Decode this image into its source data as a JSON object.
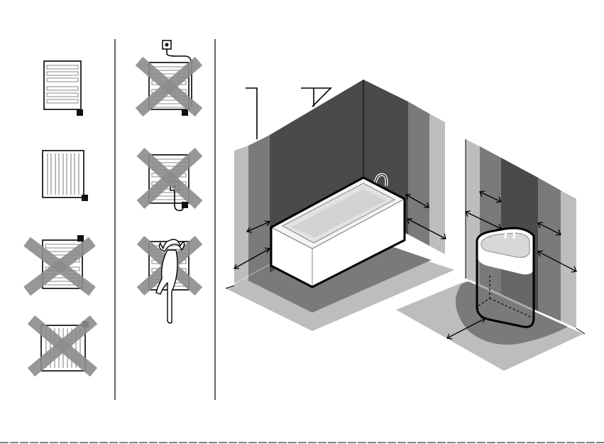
{
  "diagram": {
    "left_panel": {
      "items": [
        {
          "id": "ladder-rail-ok",
          "allowed": true
        },
        {
          "id": "panel-radiator-ok",
          "allowed": true
        },
        {
          "id": "ladder-rail-top-connector-forbidden",
          "allowed": false
        },
        {
          "id": "panel-radiator-top-connector-forbidden",
          "allowed": false
        }
      ]
    },
    "middle_panel": {
      "items": [
        {
          "id": "wall-socket-cable-forbidden",
          "allowed": false
        },
        {
          "id": "socket-behind-rail-forbidden",
          "allowed": false
        },
        {
          "id": "climbing-on-rail-forbidden",
          "allowed": false
        }
      ]
    },
    "zone_colors": {
      "zone0": "#4a4a4a",
      "zone1": "#7a7a7a",
      "zone2": "#bdbdbd",
      "fixture": "#ffffff"
    }
  }
}
